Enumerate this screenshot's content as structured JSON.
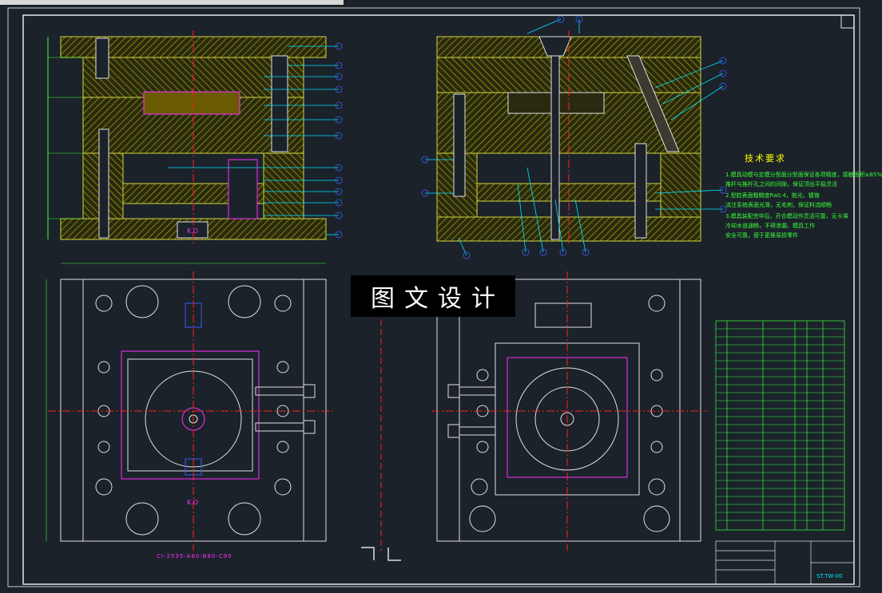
{
  "logo_text": "图文设计",
  "tech_requirements": {
    "title": "技术要求",
    "lines": [
      "1.模具动模与定模分型面分型面保证各项精度，接触面积≥85%",
      "推杆与推杆孔之间的间隙，保证顶出平稳灵活",
      "2.型腔表面粗糙度Ra0.4，抛光，镀铬",
      "浇注系统表面光滑，无毛刺，保证料流顺畅",
      "3.模具装配完毕后，开合模动作灵活可靠，无卡滞",
      "冷却水道通畅，不得渗漏，模具工作",
      "安全可靠，便于更换易损零件"
    ]
  },
  "labels": {
    "mold_base_spec": "CI-2535-A60-B80-C90",
    "ko_top": "K.O",
    "ko_bottom": "K.O",
    "drawing_code": "ST.TW-00"
  },
  "colors": {
    "background": "#1b222a",
    "frame": "#e0e0e0",
    "hatch": "#b8b800",
    "section": "#d6d640",
    "centerline": "#ff2020",
    "magenta": "#ff2fff",
    "cyan": "#00e5ff",
    "green": "#39ff39",
    "blue": "#3a5bff"
  }
}
